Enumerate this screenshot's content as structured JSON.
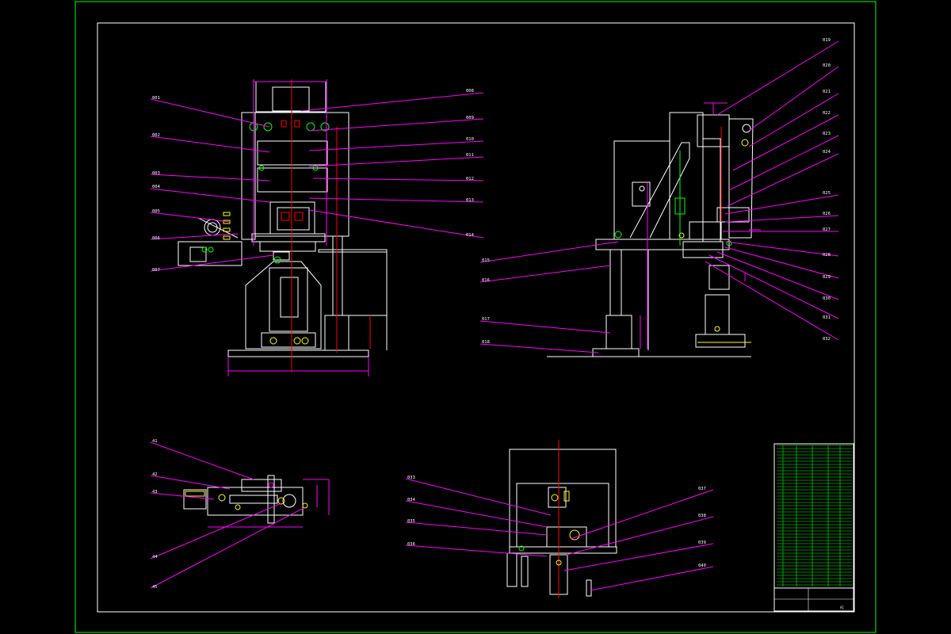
{
  "drawing": {
    "colors": {
      "background": "#000000",
      "outer_border": "#00ff00",
      "geometry": "#ffffff",
      "leader": "#ff00ff",
      "centerline": "#ff0000",
      "highlight": "#ffff00",
      "table": "#00ff00"
    },
    "view_front": {
      "labels": [
        "001",
        "002",
        "003",
        "004",
        "005",
        "006",
        "007",
        "008",
        "009",
        "010",
        "011",
        "012",
        "013",
        "014"
      ]
    },
    "view_side": {
      "labels": [
        "015",
        "016",
        "017",
        "018",
        "019",
        "020",
        "021",
        "022",
        "023",
        "024",
        "025",
        "026",
        "027",
        "028",
        "029",
        "030",
        "031",
        "032"
      ]
    },
    "view_detail_left": {
      "labels": [
        "41",
        "42",
        "43",
        "44",
        "45"
      ]
    },
    "view_detail_bottom": {
      "labels": [
        "033",
        "034",
        "035",
        "036",
        "037",
        "038",
        "039",
        "040"
      ]
    },
    "title_block": {
      "title": "",
      "sheet": "A1"
    }
  }
}
